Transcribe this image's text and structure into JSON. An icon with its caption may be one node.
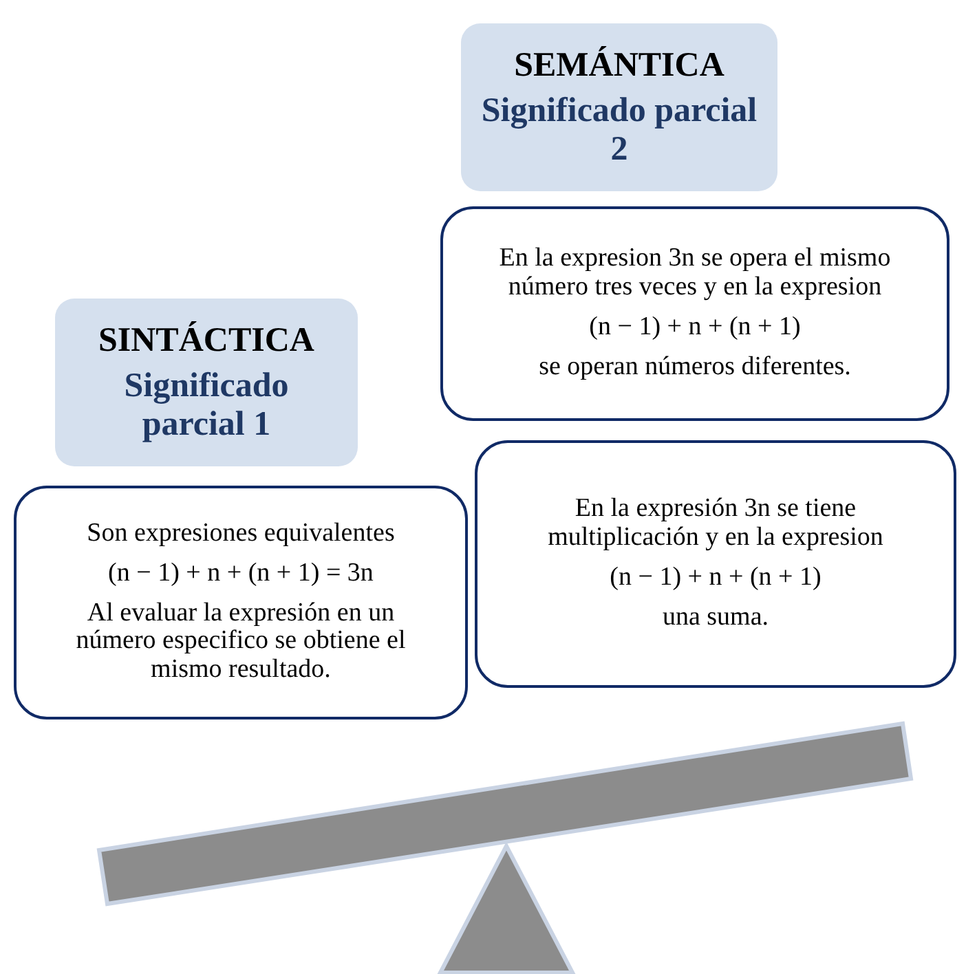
{
  "diagram": {
    "nodes": [
      {
        "text": [
          "SEMÁNTICA",
          "Significado parcial 2"
        ]
      },
      {
        "text": [
          "En la expresion 3n se opera el mismo número tres veces y en la expresion",
          "(n − 1) + n + (n + 1)",
          "se operan números diferentes."
        ]
      },
      {
        "text": [
          "En la expresión 3n se tiene multiplicación y  en la expresion",
          "(n − 1) + n + (n + 1)",
          "una suma."
        ]
      },
      {
        "text": [
          "SINTÁCTICA",
          "Significado parcial 1"
        ]
      },
      {
        "text": [
          "Son expresiones equivalentes",
          "(n − 1) + n + (n + 1) = 3n",
          "Al evaluar la expresión en un número especifico se obtiene el mismo resultado."
        ]
      }
    ]
  }
}
